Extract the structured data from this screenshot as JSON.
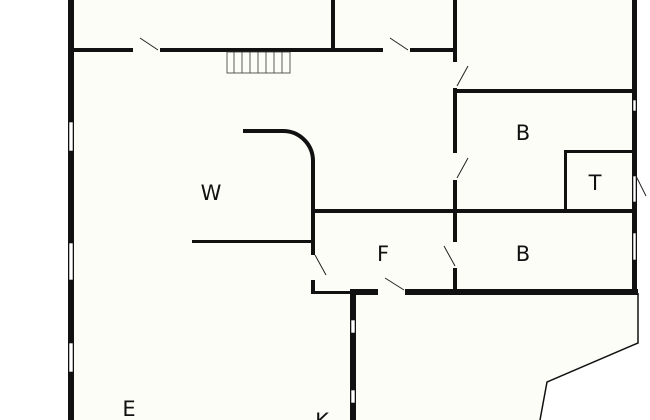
{
  "floorplan": {
    "rooms": [
      {
        "id": "w",
        "label": "W"
      },
      {
        "id": "b1",
        "label": "B"
      },
      {
        "id": "t",
        "label": "T"
      },
      {
        "id": "f",
        "label": "F"
      },
      {
        "id": "b2",
        "label": "B"
      },
      {
        "id": "e",
        "label": "E"
      },
      {
        "id": "k",
        "label": "K"
      }
    ],
    "colors": {
      "floor": "#fdfdf8",
      "wall": "#111111"
    }
  }
}
